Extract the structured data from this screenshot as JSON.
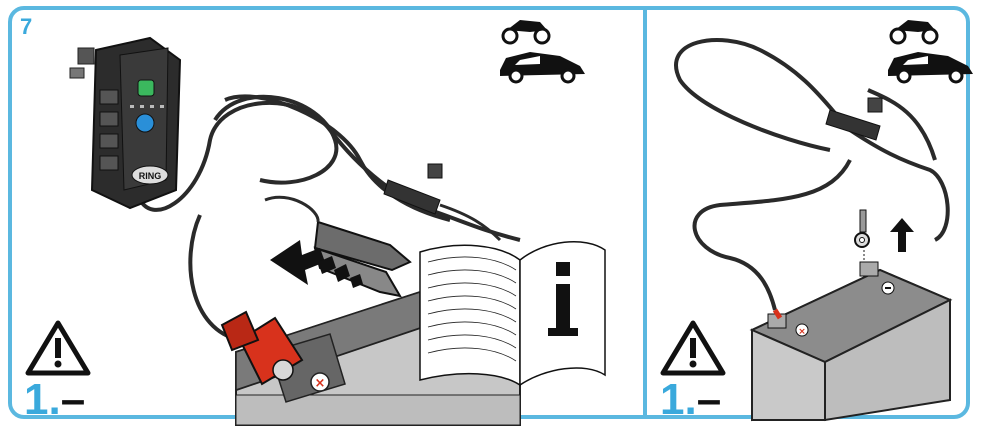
{
  "step_number": "7",
  "panels": [
    {
      "instruction_number": "1.",
      "instruction_symbol": "–"
    },
    {
      "instruction_number": "1.",
      "instruction_symbol": "–"
    }
  ],
  "icons": [
    "motorcycle-icon",
    "car-icon",
    "warning-triangle-icon",
    "info-book-icon",
    "battery-terminal-negative",
    "battery-terminal-positive",
    "arrow-up-icon",
    "dashed-arrow-icon"
  ],
  "charger_logo": "RING",
  "colors": {
    "accent": "#5bb8e0",
    "clamp_red": "#d8321c",
    "charger": "#2c2c2c"
  }
}
